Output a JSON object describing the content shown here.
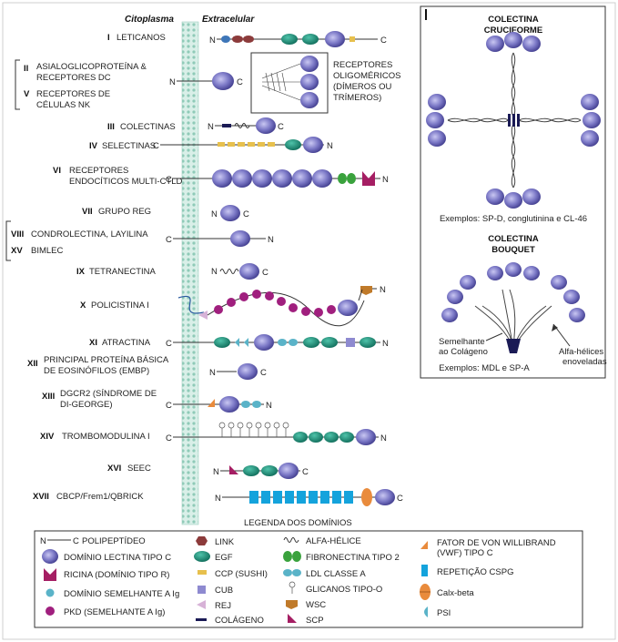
{
  "headers": {
    "cytoplasm": "Citoplasma",
    "extracellular": "Extracelular"
  },
  "groups": [
    {
      "num": "I",
      "label": "LETICANOS"
    },
    {
      "num": "II",
      "label": "ASIALOGLICOPROTEÍNA &",
      "label2": "RECEPTORES DC"
    },
    {
      "num": "V",
      "label": "RECEPTORES DE",
      "label2": "CÉLULAS NK"
    },
    {
      "num": "III",
      "label": "COLECTINAS"
    },
    {
      "num": "IV",
      "label": "SELECTINAS"
    },
    {
      "num": "VI",
      "label": "RECEPTORES",
      "label2": "ENDOCÍTICOS MULTI-CTLD"
    },
    {
      "num": "VII",
      "label": "GRUPO REG"
    },
    {
      "num": "VIII",
      "label": "CONDROLECTINA, LAYILINA"
    },
    {
      "num": "XV",
      "label": "BIMLEC"
    },
    {
      "num": "IX",
      "label": "TETRANECTINA"
    },
    {
      "num": "X",
      "label": "POLICISTINA I"
    },
    {
      "num": "XI",
      "label": "ATRACTINA"
    },
    {
      "num": "XII",
      "label": "PRINCIPAL PROTEÍNA BÁSICA",
      "label2": "DE EOSINÓFILOS (EMBP)"
    },
    {
      "num": "XIII",
      "label": "DGCR2 (SÍNDROME DE",
      "label2": "DI-GEORGE)"
    },
    {
      "num": "XIV",
      "label": "TROMBOMODULINA I"
    },
    {
      "num": "XVI",
      "label": "SEEC"
    },
    {
      "num": "XVII",
      "label": "CBCP/Frem1/QBRICK"
    }
  ],
  "oligomeric": {
    "line1": "RECEPTORES",
    "line2": "OLIGOMÉRICOS",
    "line3": "(DÍMEROS OU",
    "line4": "TRÍMEROS)"
  },
  "terminals": {
    "n": "N",
    "c": "C"
  },
  "collectin_panel": {
    "cruciform_title1": "COLECTINA",
    "cruciform_title2": "CRUCIFORME",
    "cruciform_examples": "Exemplos: SP-D, conglutinina e CL-46",
    "bouquet_title1": "COLECTINA",
    "bouquet_title2": "BOUQUET",
    "collagen_like1": "Semelhante",
    "collagen_like2": "ao Colágeno",
    "coiled1": "Alfa-hélices",
    "coiled2": "enoveladas",
    "bouquet_examples": "Exemplos: MDL e SP-A"
  },
  "legend": {
    "title": "LEGENDA DOS DOMÍNIOS",
    "items": [
      {
        "label": "POLIPEPTÍDEO"
      },
      {
        "label": "DOMÍNIO LECTINA TIPO C"
      },
      {
        "label": "RICINA (DOMÍNIO TIPO R)"
      },
      {
        "label": "DOMÍNIO SEMELHANTE A Ig"
      },
      {
        "label": "PKD (SEMELHANTE A Ig)"
      },
      {
        "label": "LINK"
      },
      {
        "label": "EGF"
      },
      {
        "label": "CCP (SUSHI)"
      },
      {
        "label": "CUB"
      },
      {
        "label": "REJ"
      },
      {
        "label": "COLÁGENO"
      },
      {
        "label": "ALFA-HÉLICE"
      },
      {
        "label": "FIBRONECTINA TIPO 2"
      },
      {
        "label": "LDL CLASSE A"
      },
      {
        "label": "GLICANOS TIPO-O"
      },
      {
        "label": "WSC"
      },
      {
        "label": "SCP"
      },
      {
        "label": "FATOR DE VON WILLIBRAND",
        "label2": "(VWF) TIPO C"
      },
      {
        "label": "REPETIÇÃO CSPG"
      },
      {
        "label": "Calx-beta"
      },
      {
        "label": "PSI"
      }
    ]
  },
  "colors": {
    "ctld": "#7b78c6",
    "egf": "#1e8d7a",
    "ccp": "#e7c04d",
    "ricin": "#a51e63",
    "pkd": "#a01f7e",
    "membrane": "#b7dfd3",
    "cspg": "#14a3dc",
    "vwf": "#e98b3c",
    "fn2": "#3aa23d",
    "ldl": "#5ab3c8"
  }
}
